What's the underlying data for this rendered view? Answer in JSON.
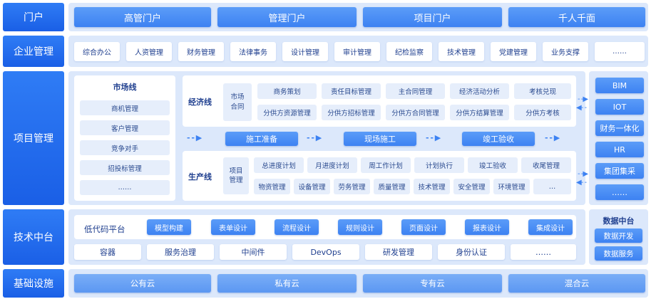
{
  "layers": {
    "portal": "门户",
    "enterprise": "企业管理",
    "project": "项目管理",
    "tech": "技术中台",
    "infra": "基础设施"
  },
  "portal": [
    "高管门户",
    "管理门户",
    "项目门户",
    "千人千面"
  ],
  "enterprise": [
    "综合办公",
    "人资管理",
    "财务管理",
    "法律事务",
    "设计管理",
    "审计管理",
    "纪检监察",
    "技术管理",
    "党建管理",
    "业务支撑",
    "……"
  ],
  "market": {
    "title": "市场线",
    "items": [
      "商机管理",
      "客户管理",
      "竞争对手",
      "招投标管理",
      "……"
    ]
  },
  "economic": {
    "title": "经济线",
    "sub": "市场\n合同",
    "row1": [
      "商务策划",
      "责任目标管理",
      "主合同管理",
      "经济活动分析",
      "考核兑现"
    ],
    "row2": [
      "分供方资源管理",
      "分供方招标管理",
      "分供方合同管理",
      "分供方结算管理",
      "分供方考核"
    ]
  },
  "phases": [
    "施工准备",
    "现场施工",
    "竣工验收"
  ],
  "production": {
    "title": "生产线",
    "sub": "项目\n管理",
    "row1": [
      "总进度计划",
      "月进度计划",
      "周工作计划",
      "计划执行",
      "竣工验收",
      "收尾管理"
    ],
    "row2": [
      "物资管理",
      "设备管理",
      "劳务管理",
      "质量管理",
      "技术管理",
      "安全管理",
      "环境管理",
      "…"
    ]
  },
  "integrations": [
    "BIM",
    "IOT",
    "财务一体化",
    "HR",
    "集团集采",
    "……"
  ],
  "lowcode": {
    "title": "低代码平台",
    "items": [
      "模型构建",
      "表单设计",
      "流程设计",
      "规则设计",
      "页面设计",
      "报表设计",
      "集成设计"
    ]
  },
  "techrow": [
    "容器",
    "服务治理",
    "中间件",
    "DevOps",
    "研发管理",
    "身份认证",
    "……"
  ],
  "datacenter": {
    "title": "数据中台",
    "items": [
      "数据开发",
      "数据服务"
    ]
  },
  "infra": [
    "公有云",
    "私有云",
    "专有云",
    "混合云"
  ]
}
